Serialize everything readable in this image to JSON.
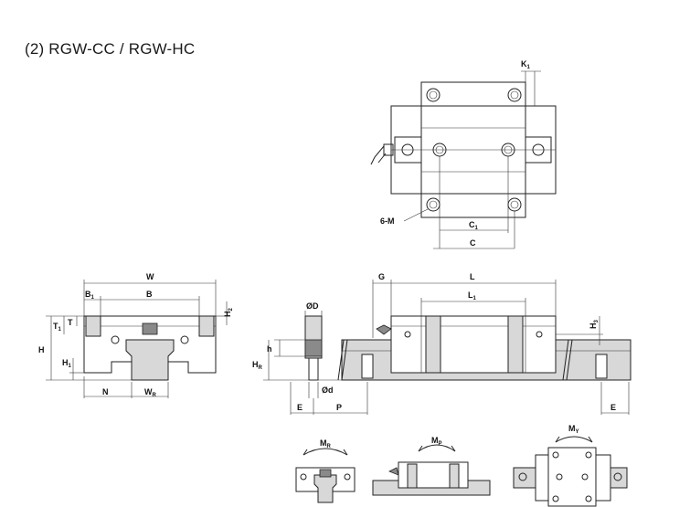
{
  "title": "(2) RGW-CC / RGW-HC",
  "labels": {
    "K1": "K",
    "K1_sub": "1",
    "six_M": "6-M",
    "C1": "C",
    "C1_sub": "1",
    "C": "C",
    "W": "W",
    "B1": "B",
    "B1_sub": "1",
    "B": "B",
    "H2": "H",
    "H2_sub": "2",
    "T1": "T",
    "T1_sub": "1",
    "T": "T",
    "H": "H",
    "H1": "H",
    "H1_sub": "1",
    "N": "N",
    "WR": "W",
    "WR_sub": "R",
    "phiD": "ØD",
    "h": "h",
    "HR": "H",
    "HR_sub": "R",
    "phid": "Ød",
    "E_left": "E",
    "P": "P",
    "G": "G",
    "L": "L",
    "L1": "L",
    "L1_sub": "1",
    "H3": "H",
    "H3_sub": "3",
    "E_right": "E",
    "MR": "M",
    "MR_sub": "R",
    "MP": "M",
    "MP_sub": "P",
    "MY": "M",
    "MY_sub": "Y"
  }
}
